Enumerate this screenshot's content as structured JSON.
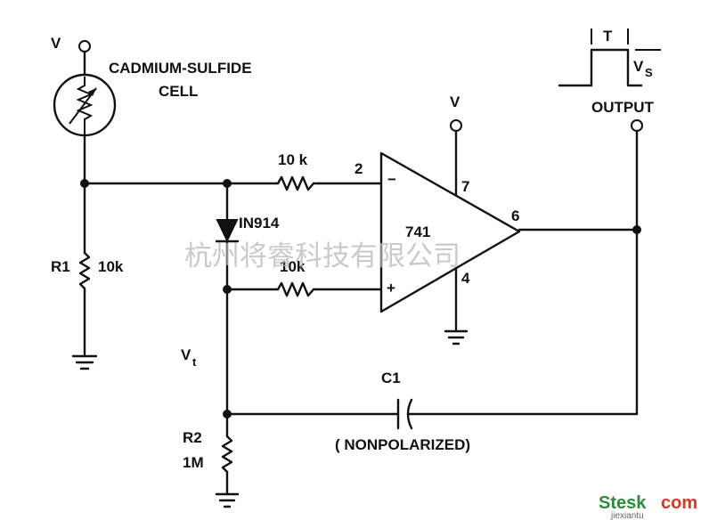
{
  "circuit": {
    "supply_top": "V",
    "sensor_label_line1": "CADMIUM-SULFIDE",
    "sensor_label_line2": "CELL",
    "r1_name": "R1",
    "r1_value": "10k",
    "input_resistor_value": "10 k",
    "feedback_resistor_value": "10k",
    "diode": "IN914",
    "opamp": "741",
    "pin_inv": "2",
    "pin_v": "7",
    "pin_out": "6",
    "pin_gnd": "4",
    "minus_sign": "−",
    "plus_sign": "+",
    "supply_opamp": "V",
    "vt_main": "V",
    "vt_sub": "t",
    "c1_name": "C1",
    "c1_note": "( NONPOLARIZED)",
    "r2_name": "R2",
    "r2_value": "1M",
    "output_label": "OUTPUT",
    "period_label": "T",
    "vs_main": "V",
    "vs_sub": "S"
  },
  "watermark": {
    "text": "杭州将睿科技有限公司",
    "logo_part1": "Stesk",
    "logo_part2": "com",
    "logo_sub": "jiexiantu"
  }
}
